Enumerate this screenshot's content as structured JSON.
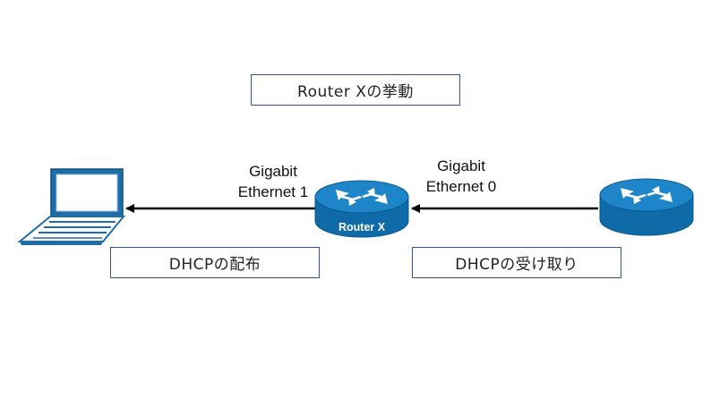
{
  "title": "Router Xの挙動",
  "router_center_label": "Router X",
  "left_interface": {
    "line1": "Gigabit",
    "line2": "Ethernet 1"
  },
  "right_interface": {
    "line1": "Gigabit",
    "line2": "Ethernet 0"
  },
  "left_caption": "DHCPの配布",
  "right_caption": "DHCPの受け取り",
  "colors": {
    "router_blue": "#0f6aa8",
    "router_top": "#1e85c8",
    "laptop_blue": "#1f6ea8",
    "box_border": "#2f5597"
  }
}
